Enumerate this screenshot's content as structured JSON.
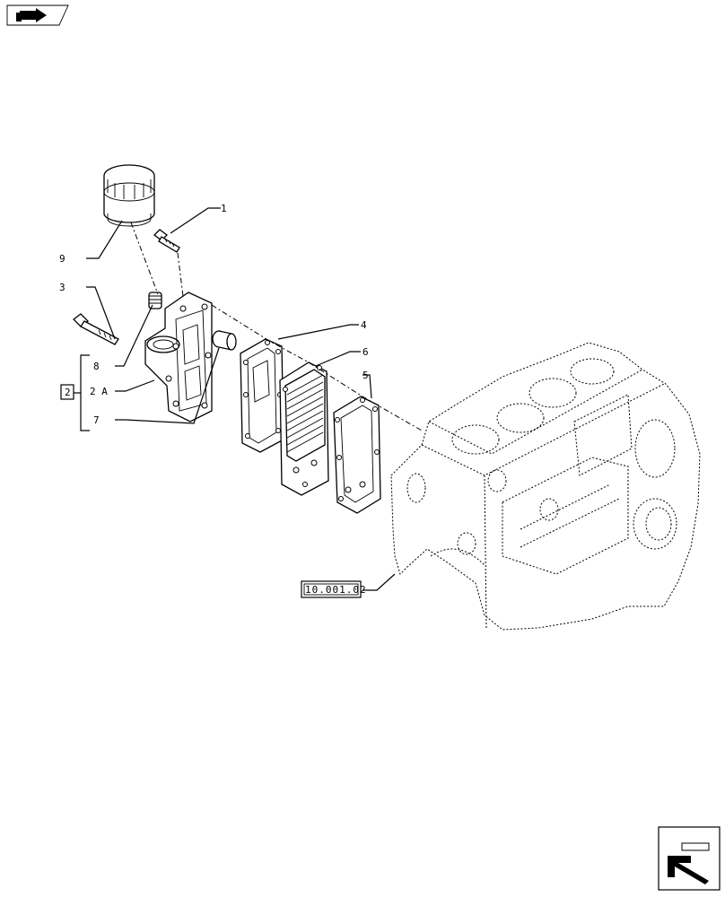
{
  "callouts": {
    "c1": "1",
    "c2": "2",
    "c2a": "2 A",
    "c3": "3",
    "c4": "4",
    "c5": "5",
    "c6": "6",
    "c7": "7",
    "c8": "8",
    "c9": "9"
  },
  "reference": {
    "label": "10.001.02"
  },
  "icons": {
    "top_left": "book-arrow-icon",
    "bottom_right": "next-page-arrow-icon"
  }
}
